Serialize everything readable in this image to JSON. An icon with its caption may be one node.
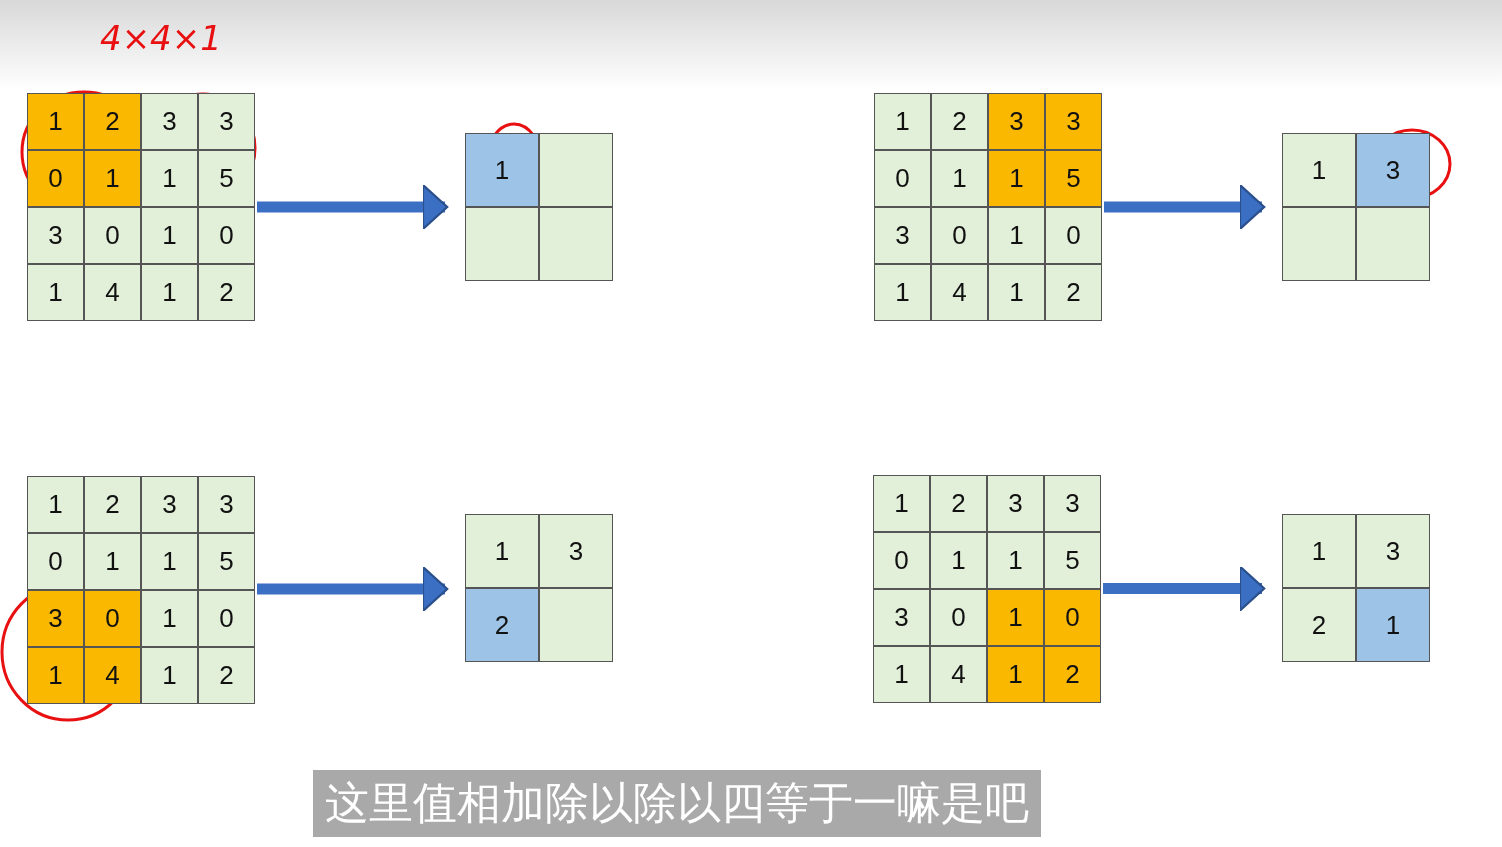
{
  "diagram": {
    "caption": "这里值相加除以除以四等于一嘛是吧",
    "nodes": [
      {
        "text": [
          "1",
          "2",
          "3",
          "3",
          "0",
          "1",
          "1",
          "5",
          "3",
          "0",
          "1",
          "0",
          "1",
          "4",
          "1",
          "2"
        ]
      },
      {
        "text": [
          "1"
        ]
      },
      {
        "text": [
          "1",
          "2",
          "3",
          "3",
          "0",
          "1",
          "1",
          "5",
          "3",
          "0",
          "1",
          "0",
          "1",
          "4",
          "1",
          "2"
        ]
      },
      {
        "text": [
          "1",
          "3"
        ]
      },
      {
        "text": [
          "1",
          "2",
          "3",
          "3",
          "0",
          "1",
          "1",
          "5",
          "3",
          "0",
          "1",
          "0",
          "1",
          "4",
          "1",
          "2"
        ]
      },
      {
        "text": [
          "1",
          "3",
          "2"
        ]
      },
      {
        "text": [
          "1",
          "2",
          "3",
          "3",
          "0",
          "1",
          "1",
          "5",
          "3",
          "0",
          "1",
          "0",
          "1",
          "4",
          "1",
          "2"
        ]
      },
      {
        "text": [
          "1",
          "3",
          "2",
          "1"
        ]
      }
    ],
    "edges": [
      {
        "from": 0,
        "to": 1,
        "arrow": "to"
      },
      {
        "from": 2,
        "to": 3,
        "arrow": "to"
      },
      {
        "from": 4,
        "to": 5,
        "arrow": "to"
      },
      {
        "from": 6,
        "to": 7,
        "arrow": "to"
      }
    ],
    "labels": [
      "4×4×1"
    ]
  }
}
